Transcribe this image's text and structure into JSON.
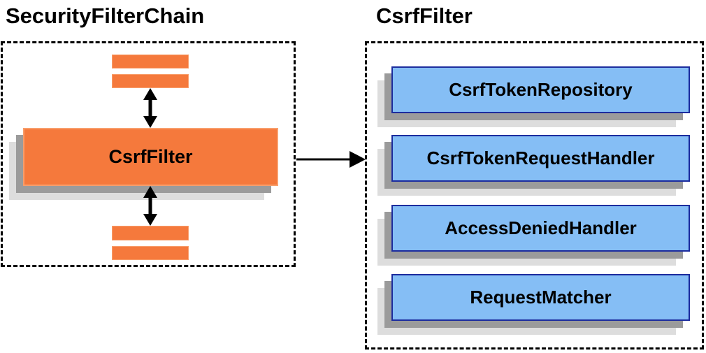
{
  "left_panel": {
    "title": "SecurityFilterChain",
    "csrf_filter_label": "CsrfFilter"
  },
  "right_panel": {
    "title": "CsrfFilter",
    "components": [
      "CsrfTokenRepository",
      "CsrfTokenRequestHandler",
      "AccessDeniedHandler",
      "RequestMatcher"
    ]
  },
  "colors": {
    "orange_fill": "#F5793C",
    "orange_border": "#F89E6B",
    "blue_fill": "#85BEF5",
    "blue_border": "#1C2C9E",
    "shadow_dark": "#9B9B9B",
    "shadow_light": "#DDDDDD",
    "outline": "#000000",
    "text": "#000000"
  }
}
